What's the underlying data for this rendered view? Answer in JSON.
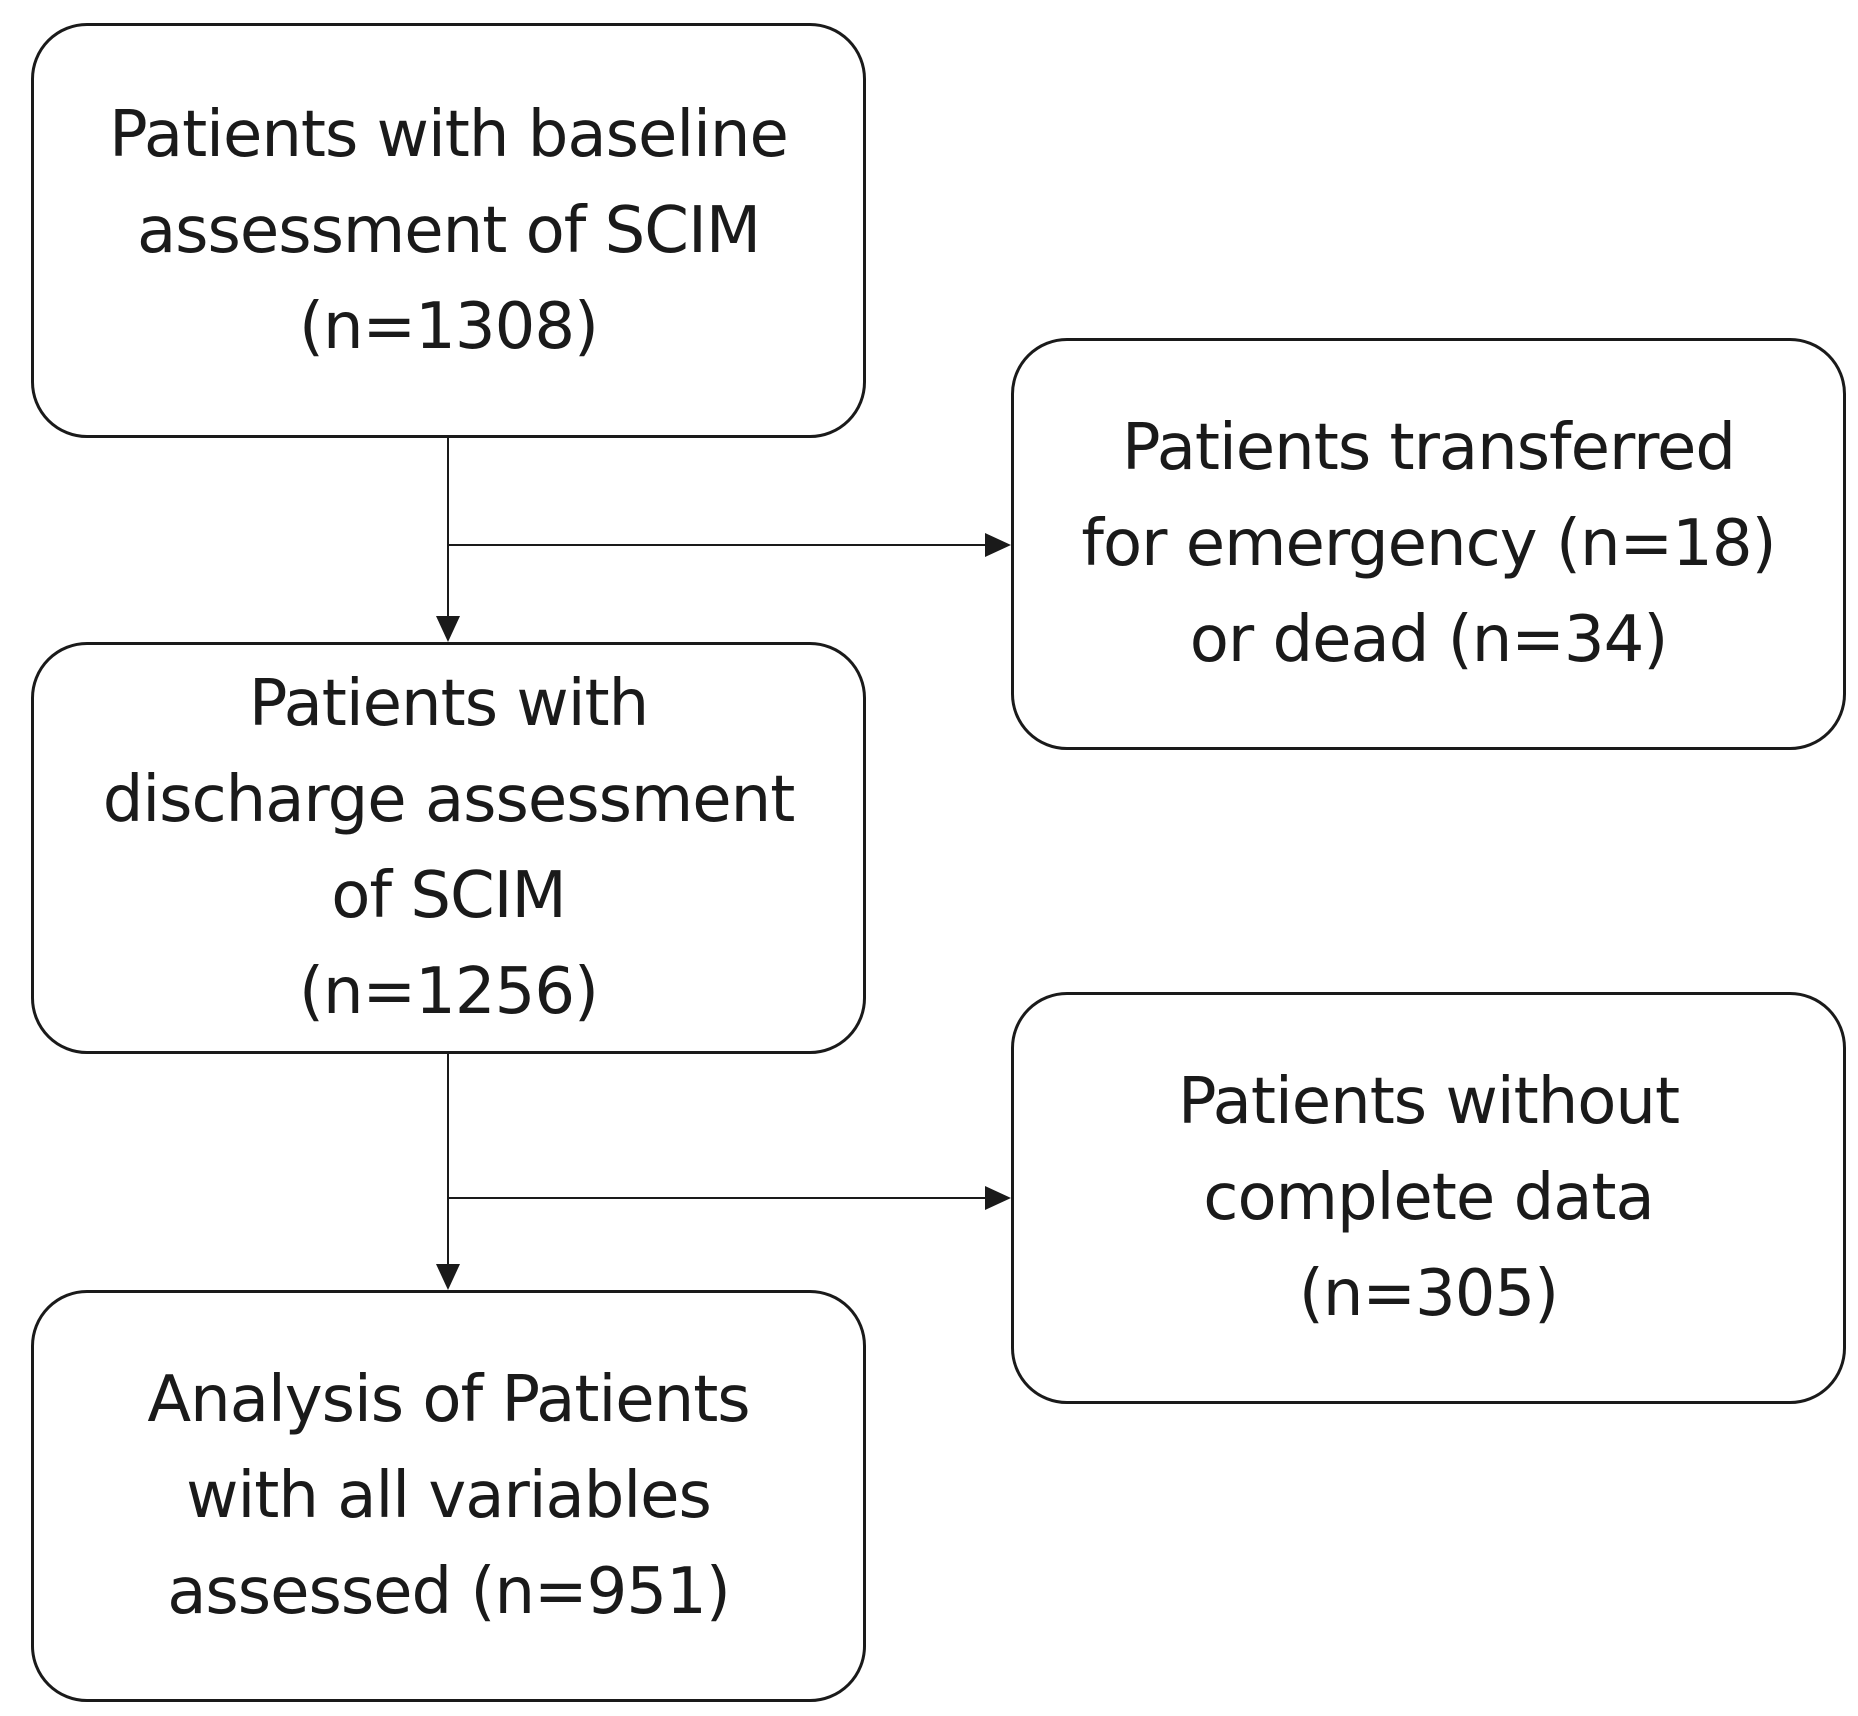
{
  "flow": {
    "baseline": {
      "lines": [
        "Patients with baseline",
        "assessment of SCIM",
        "(n=1308)"
      ],
      "n": 1308
    },
    "discharge": {
      "lines": [
        "Patients with",
        "discharge assessment",
        "of SCIM",
        "(n=1256)"
      ],
      "n": 1256
    },
    "analysis": {
      "lines": [
        "Analysis of Patients",
        "with all variables",
        "assessed (n=951)"
      ],
      "n": 951
    },
    "transferred": {
      "lines": [
        "Patients transferred",
        "for emergency (n=18)",
        "or dead (n=34)"
      ],
      "n_emergency": 18,
      "n_dead": 34
    },
    "incomplete": {
      "lines": [
        "Patients without",
        "complete data",
        "(n=305)"
      ],
      "n": 305
    }
  },
  "colors": {
    "stroke": "#1a1a1a",
    "background": "#ffffff"
  }
}
